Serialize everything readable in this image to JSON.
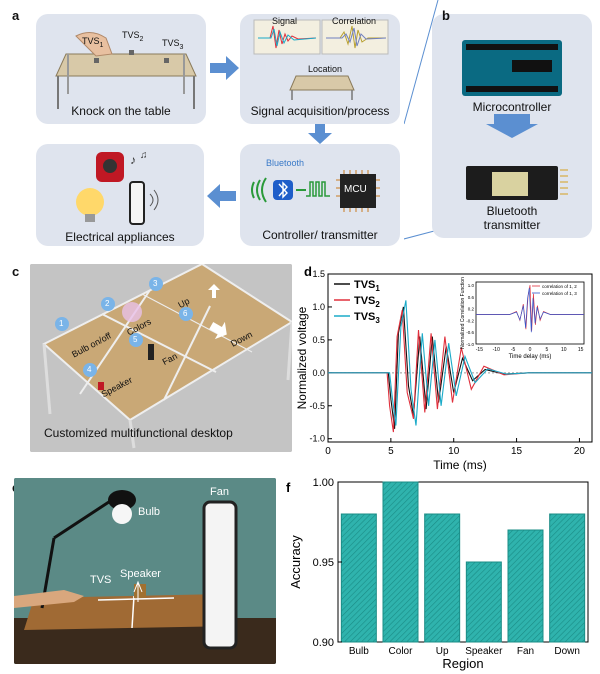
{
  "panel_a": {
    "letter": "a",
    "knock_caption": "Knock on the table",
    "tvs_labels": [
      "TVS",
      "TVS",
      "TVS"
    ],
    "tvs_subs": [
      "1",
      "2",
      "3"
    ],
    "signal_label": "Signal",
    "correlation_label": "Correlation",
    "location_label": "Location",
    "acq_caption": "Signal acquisition/process",
    "bluetooth_label": "Bluetooth",
    "mcu_label": "MCU",
    "controller_caption": "Controller/ transmitter",
    "appliances_caption": "Electrical appliances"
  },
  "panel_b": {
    "letter": "b",
    "micro_caption": "Microcontroller",
    "bt_caption_1": "Bluetooth",
    "bt_caption_2": "transmitter"
  },
  "panel_c": {
    "letter": "c",
    "caption": "Customized multifunctional desktop",
    "regions": [
      {
        "num": "1",
        "label": "Bulb on/off"
      },
      {
        "num": "2",
        "label": "Colors"
      },
      {
        "num": "3",
        "label": "Up"
      },
      {
        "num": "4",
        "label": "Speaker"
      },
      {
        "num": "5",
        "label": "Fan"
      },
      {
        "num": "6",
        "label": "Down"
      }
    ]
  },
  "panel_e": {
    "letter": "e",
    "bulb_label": "Bulb",
    "fan_label": "Fan",
    "tvs_label": "TVS",
    "speaker_label": "Speaker"
  },
  "colors": {
    "box_bg": "#dfe4ee",
    "arrow_blue": "#5b8fd1",
    "tvs1": "#111111",
    "tvs2": "#e0303c",
    "tvs3": "#1aaac8",
    "bar_fill": "#2fb3ad"
  },
  "chart_data": [
    {
      "panel": "d",
      "type": "line",
      "title": "",
      "xlabel": "Time (ms)",
      "ylabel": "Normalized voltage",
      "xlim": [
        0,
        21
      ],
      "ylim": [
        -1.05,
        1.5
      ],
      "xticks": [
        "0",
        "5",
        "10",
        "15",
        "20"
      ],
      "yticks": [
        "-1.0",
        "-0.5",
        "0.0",
        "0.5",
        "1.0",
        "1.5"
      ],
      "grid": false,
      "legend_placement": "top-left",
      "series": [
        {
          "name": "TVS",
          "sub": "1",
          "color": "#111111",
          "x": [
            0,
            4.8,
            5.0,
            5.3,
            5.6,
            6.0,
            6.4,
            6.8,
            7.3,
            7.8,
            8.3,
            8.8,
            9.4,
            10.0,
            10.7,
            11.5,
            12.5,
            14.0,
            16.0,
            21
          ],
          "y": [
            0,
            0,
            -0.4,
            -0.85,
            0.6,
            1.0,
            -0.2,
            -0.65,
            0.55,
            -0.55,
            0.55,
            -0.45,
            0.4,
            -0.3,
            0.22,
            -0.12,
            0.05,
            -0.02,
            0,
            0
          ]
        },
        {
          "name": "TVS",
          "sub": "2",
          "color": "#e0303c",
          "x": [
            0,
            4.7,
            4.9,
            5.2,
            5.5,
            5.9,
            6.3,
            6.8,
            7.2,
            7.7,
            8.2,
            8.7,
            9.3,
            9.9,
            10.6,
            11.4,
            12.4,
            14.0,
            16.0,
            21
          ],
          "y": [
            0,
            0,
            -0.5,
            -0.9,
            0.55,
            0.95,
            -0.3,
            -0.7,
            0.65,
            -0.6,
            0.6,
            -0.55,
            0.55,
            -0.45,
            0.38,
            -0.25,
            0.1,
            -0.03,
            0,
            0
          ]
        },
        {
          "name": "TVS",
          "sub": "3",
          "color": "#1aaac8",
          "x": [
            0,
            4.9,
            5.1,
            5.4,
            5.8,
            6.2,
            6.6,
            7.0,
            7.5,
            8.0,
            8.5,
            9.0,
            9.6,
            10.2,
            10.9,
            11.7,
            12.7,
            14.2,
            16.0,
            21
          ],
          "y": [
            0,
            0,
            -0.35,
            -0.8,
            0.7,
            1.1,
            -0.25,
            -0.8,
            0.6,
            -0.5,
            0.5,
            -0.5,
            0.45,
            -0.35,
            0.25,
            -0.15,
            0.06,
            -0.02,
            0,
            0
          ]
        }
      ],
      "inset": {
        "type": "line",
        "ylabel": "Normalized Correlation Function",
        "xlabel": "Time delay (ms)",
        "xlim": [
          -16,
          16
        ],
        "ylim": [
          -1.0,
          1.1
        ],
        "xticks": [
          "-15",
          "-10",
          "-5",
          "0",
          "5",
          "10",
          "15"
        ],
        "yticks": [
          "-1.0",
          "-0.8",
          "-0.6",
          "-0.4",
          "-0.2",
          "0.0",
          "0.2",
          "0.4",
          "0.6",
          "0.8",
          "1.0"
        ],
        "series": [
          {
            "name": "correlation of 1, 2",
            "color": "#e0303c",
            "x": [
              -16,
              -6,
              -4,
              -3,
              -2,
              -1.2,
              -0.6,
              0,
              0.5,
              1.0,
              1.6,
              2.2,
              3,
              4,
              6,
              16
            ],
            "y": [
              0,
              0,
              0.1,
              -0.2,
              0.35,
              -0.5,
              0.6,
              1.0,
              -0.55,
              0.7,
              -0.35,
              0.3,
              -0.2,
              0.1,
              0,
              0
            ]
          },
          {
            "name": "correlation of 1, 3",
            "color": "#3355cc",
            "x": [
              -16,
              -6,
              -4,
              -3,
              -2,
              -1.3,
              -0.7,
              -0.2,
              0.4,
              0.9,
              1.5,
              2.1,
              3,
              4,
              6,
              16
            ],
            "y": [
              0,
              0,
              0.08,
              -0.18,
              0.3,
              -0.45,
              0.55,
              0.9,
              -0.6,
              0.55,
              -0.3,
              0.25,
              -0.15,
              0.08,
              0,
              0
            ]
          }
        ]
      }
    },
    {
      "panel": "f",
      "type": "bar",
      "title": "",
      "xlabel": "Region",
      "ylabel": "Accuracy",
      "categories": [
        "Bulb",
        "Color",
        "Up",
        "Speaker",
        "Fan",
        "Down"
      ],
      "values": [
        0.98,
        1.0,
        0.98,
        0.95,
        0.97,
        0.98
      ],
      "ylim": [
        0.9,
        1.0
      ],
      "yticks": [
        "0.90",
        "0.95",
        "1.00"
      ],
      "grid": false
    }
  ]
}
